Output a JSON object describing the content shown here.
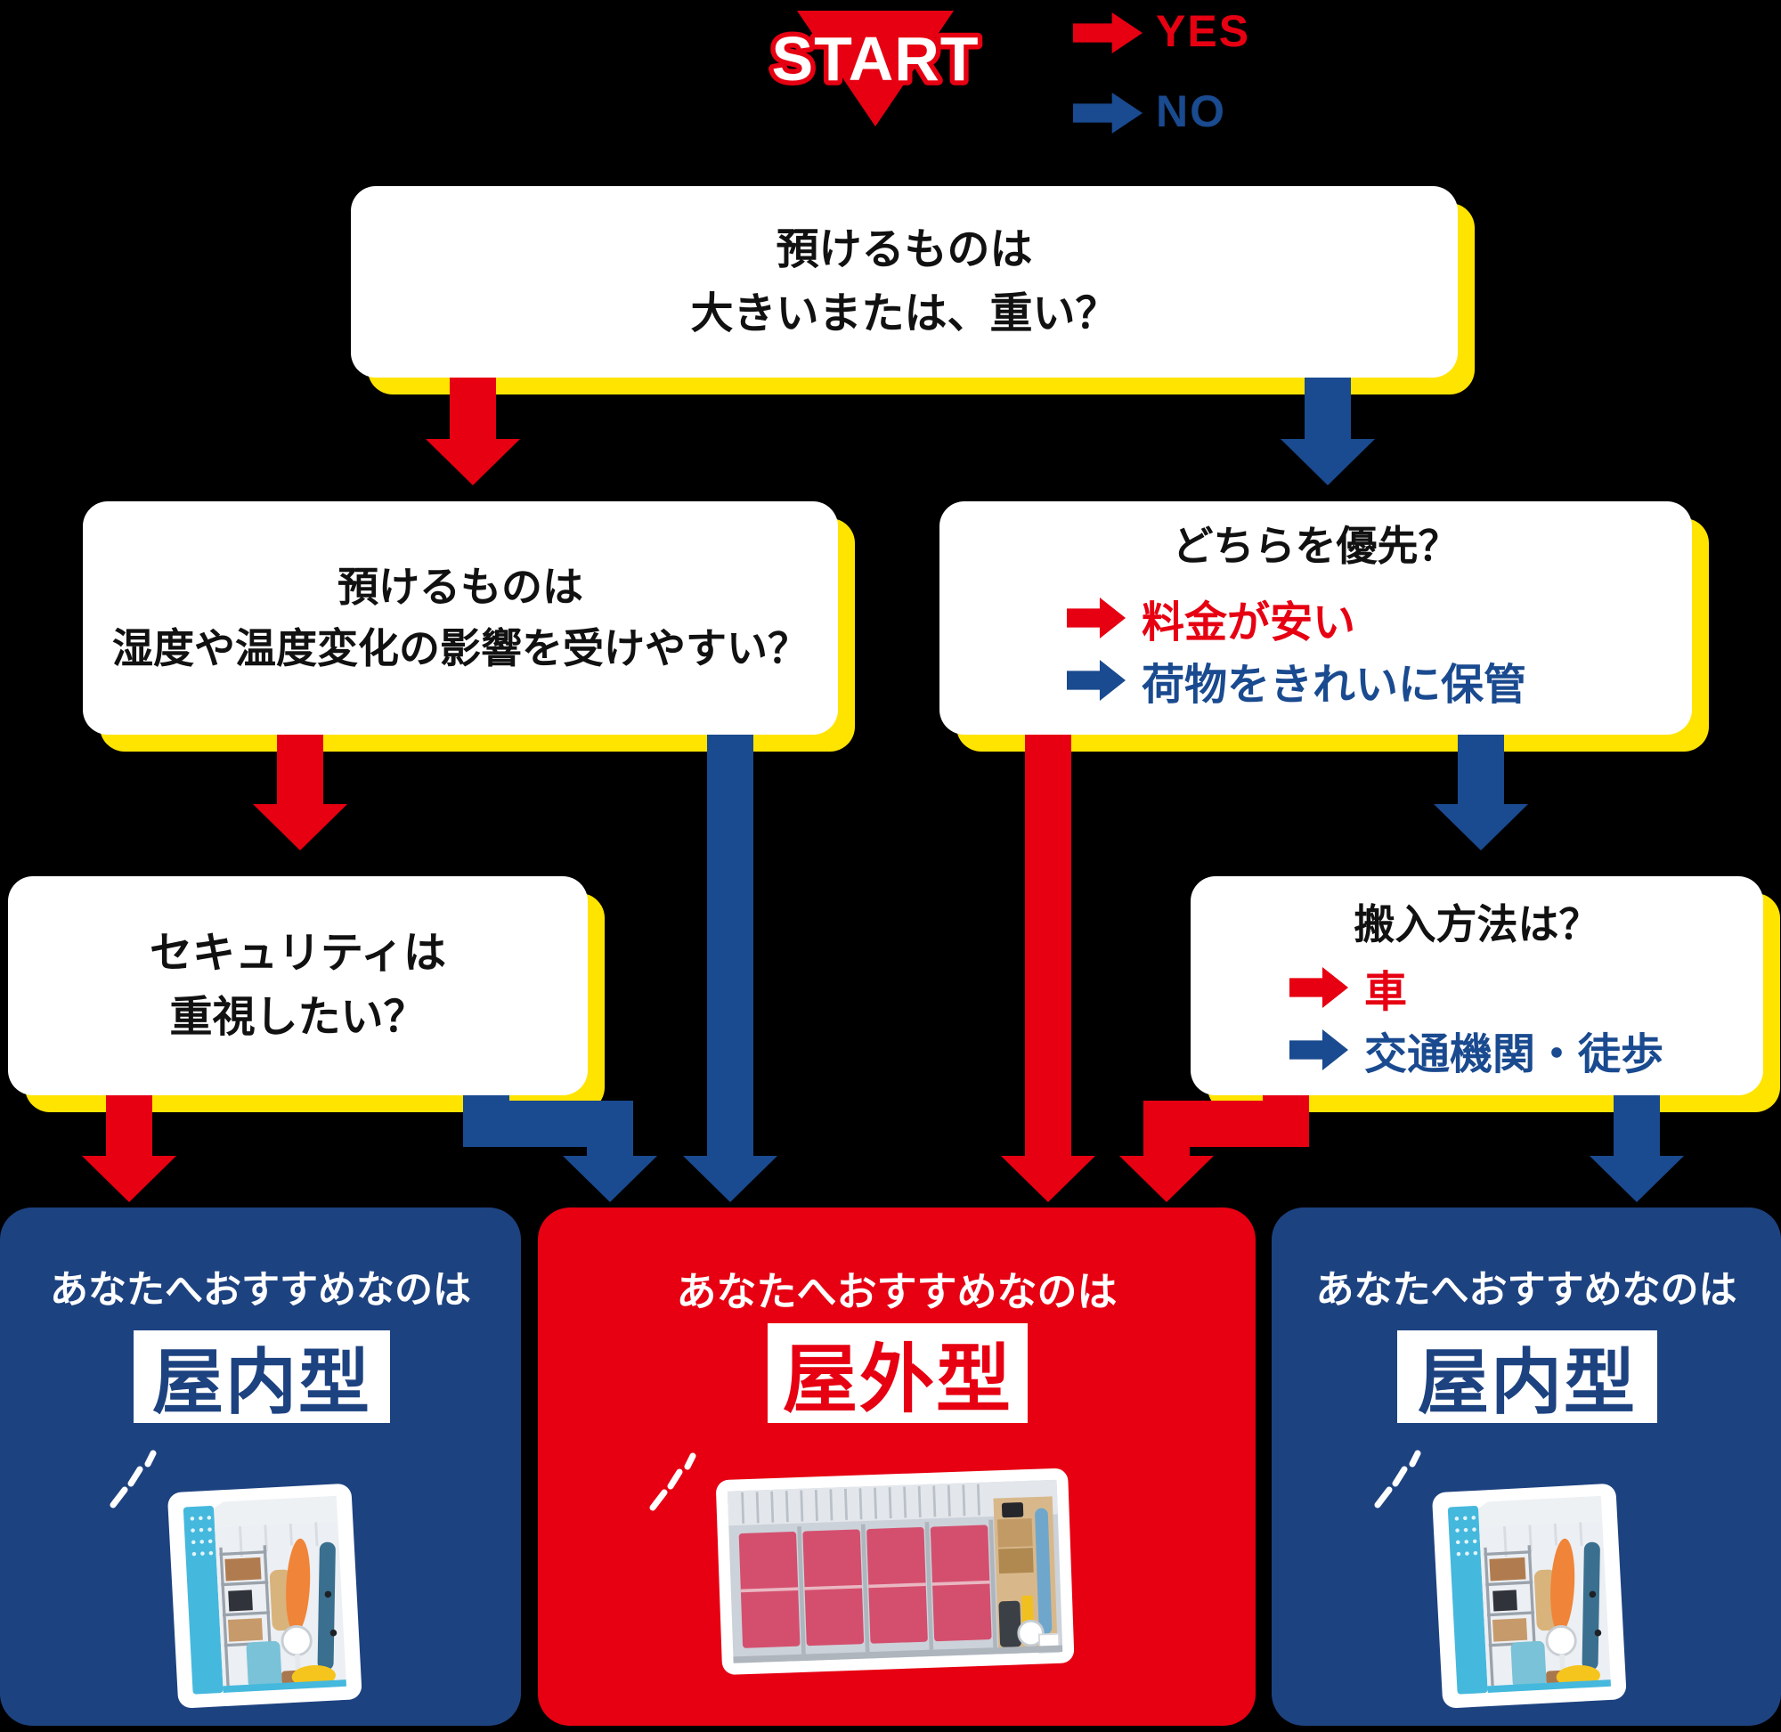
{
  "flow": {
    "start_label": "START",
    "legend": {
      "yes_label": "YES",
      "no_label": "NO"
    }
  },
  "questions": {
    "size": {
      "lines": [
        "預けるものは",
        "大きいまたは、重い？"
      ]
    },
    "humidity": {
      "lines": [
        "預けるものは",
        "湿度や温度変化の影響を受けやすい？"
      ]
    },
    "priority": {
      "title": "どちらを優先？",
      "yes_option": "料金が安い",
      "no_option": "荷物をきれいに保管"
    },
    "security": {
      "lines": [
        "セキュリティは",
        "重視したい？"
      ]
    },
    "carry_in": {
      "title": "搬入方法は？",
      "yes_option": "車",
      "no_option": "交通機関・徒歩"
    }
  },
  "results": {
    "left": {
      "lead": "あなたへおすすめなのは",
      "type": "屋内型"
    },
    "center": {
      "lead": "あなたへおすすめなのは",
      "type": "屋外型"
    },
    "right": {
      "lead": "あなたへおすすめなのは",
      "type": "屋内型"
    }
  },
  "colors": {
    "yes_red": "#e60012",
    "no_blue": "#1a4a8f",
    "card_navy": "#1d4280",
    "shadow_yellow": "#ffe400"
  }
}
